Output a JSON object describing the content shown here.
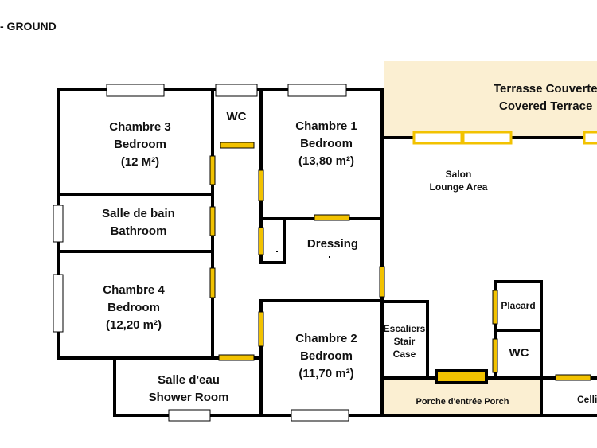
{
  "floor_title": "- GROUND",
  "colors": {
    "wall": "#000000",
    "door": "#f2c200",
    "window": "#ffffff",
    "terrace_fill": "#fbefd2",
    "background": "#ffffff"
  },
  "rooms": {
    "chambre3": {
      "fr": "Chambre 3",
      "en": "Bedroom",
      "area": "(12 M²)"
    },
    "wc_top": {
      "label": "WC"
    },
    "chambre1": {
      "fr": "Chambre 1",
      "en": "Bedroom",
      "area": "(13,80 m²)"
    },
    "terrace": {
      "fr": "Terrasse Couverte",
      "en": "Covered Terrace"
    },
    "salon": {
      "fr": "Salon",
      "en": "Lounge Area"
    },
    "bathroom": {
      "fr": "Salle de bain",
      "en": "Bathroom"
    },
    "dressing": {
      "label": "Dressing"
    },
    "chambre4": {
      "fr": "Chambre 4",
      "en": "Bedroom",
      "area": "(12,20 m²)"
    },
    "stairs": {
      "l1": "Escaliers",
      "l2": "Stair",
      "l3": "Case"
    },
    "placard": {
      "label": "Placard"
    },
    "wc_right": {
      "label": "WC"
    },
    "chambre2": {
      "fr": "Chambre 2",
      "en": "Bedroom",
      "area": "(11,70 m²)"
    },
    "shower": {
      "fr": "Salle d'eau",
      "en": "Shower Room"
    },
    "porch": {
      "label": "Porche d'entrée Porch"
    },
    "cellier": {
      "label": "Celli"
    }
  }
}
